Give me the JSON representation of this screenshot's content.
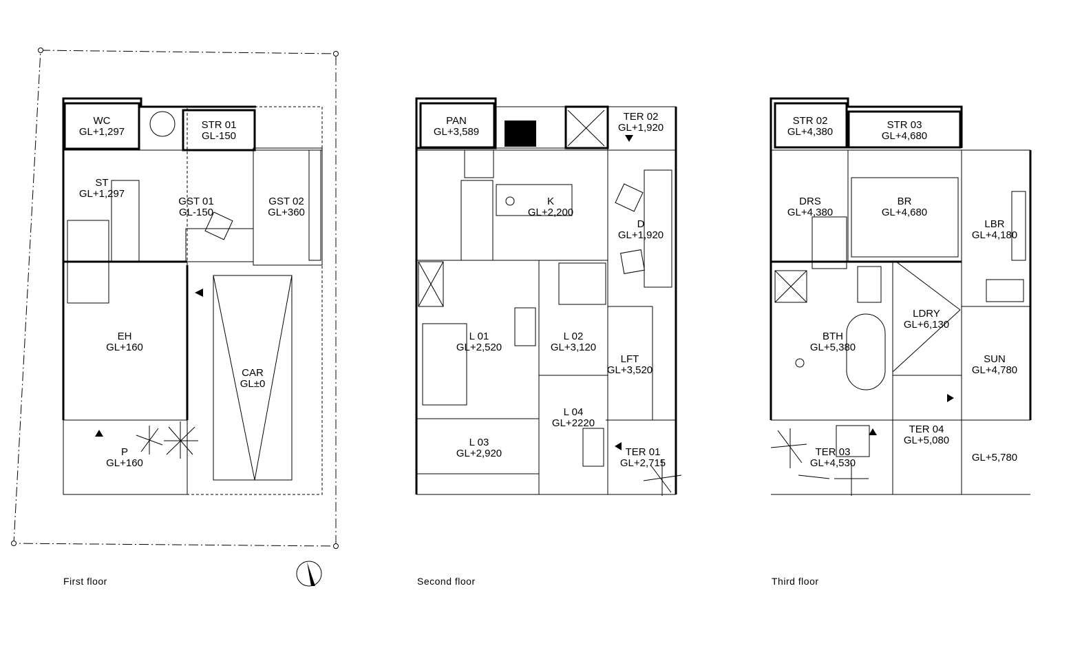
{
  "floors": [
    {
      "name": "First floor",
      "rooms": [
        {
          "name": "WC",
          "level": "GL+1,297"
        },
        {
          "name": "STR 01",
          "level": "GL-150"
        },
        {
          "name": "ST",
          "level": "GL+1,297"
        },
        {
          "name": "GST 01",
          "level": "GL-150"
        },
        {
          "name": "GST 02",
          "level": "GL+360"
        },
        {
          "name": "EH",
          "level": "GL+160"
        },
        {
          "name": "CAR",
          "level": "GL±0"
        },
        {
          "name": "P",
          "level": "GL+160"
        }
      ]
    },
    {
      "name": "Second floor",
      "rooms": [
        {
          "name": "PAN",
          "level": "GL+3,589"
        },
        {
          "name": "TER 02",
          "level": "GL+1,920"
        },
        {
          "name": "K",
          "level": "GL+2,200"
        },
        {
          "name": "D",
          "level": "GL+1,920"
        },
        {
          "name": "L 01",
          "level": "GL+2,520"
        },
        {
          "name": "L 02",
          "level": "GL+3,120"
        },
        {
          "name": "LFT",
          "level": "GL+3,520"
        },
        {
          "name": "L 04",
          "level": "GL+2220"
        },
        {
          "name": "L 03",
          "level": "GL+2,920"
        },
        {
          "name": "TER 01",
          "level": "GL+2,715"
        }
      ]
    },
    {
      "name": "Third floor",
      "rooms": [
        {
          "name": "STR 02",
          "level": "GL+4,380"
        },
        {
          "name": "STR 03",
          "level": "GL+4,680"
        },
        {
          "name": "DRS",
          "level": "GL+4,380"
        },
        {
          "name": "BR",
          "level": "GL+4,680"
        },
        {
          "name": "LBR",
          "level": "GL+4,180"
        },
        {
          "name": "LDRY",
          "level": "GL+6,130"
        },
        {
          "name": "BTH",
          "level": "GL+5,380"
        },
        {
          "name": "SUN",
          "level": "GL+4,780"
        },
        {
          "name": "TER 04",
          "level": "GL+5,080"
        },
        {
          "name": "TER 03",
          "level": "GL+4,530"
        },
        {
          "name": "",
          "level": "GL+5,780"
        }
      ]
    }
  ]
}
